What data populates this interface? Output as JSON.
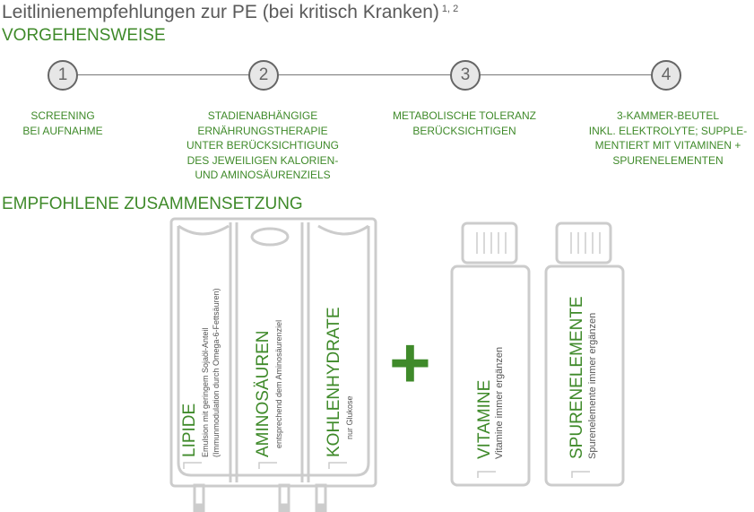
{
  "title": "Leitlinienempfehlungen zur PE (bei kritisch Kranken)",
  "title_sup": "1, 2",
  "section_procedure": "VORGEHENSWEISE",
  "section_composition": "EMPFOHLENE ZUSAMMENSETZUNG",
  "steps": [
    {
      "number": "1",
      "text": "SCREENING\nBEI AUFNAHME"
    },
    {
      "number": "2",
      "text": "STADIENABHÄNGIGE\nERNÄHRUNGSTHERAPIE\nUNTER BERÜCKSICHTIGUNG\nDES JEWEILIGEN KALORIEN-\nUND AMINOSÄURENZIELS"
    },
    {
      "number": "3",
      "text": "METABOLISCHE TOLERANZ\nBERÜCKSICHTIGEN"
    },
    {
      "number": "4",
      "text": "3-KAMMER-BEUTEL\nINKL. ELEKTROLYTE; SUPPLE-\nMENTIERT MIT VITAMINEN +\nSPURENELEMENTEN"
    }
  ],
  "bag": {
    "lipide": {
      "title": "LIPIDE",
      "line1": "Emulsion mit geringem Sojaöl-Anteil",
      "line2": "(Immunmodulation durch Omega-6-Fettsäuren)"
    },
    "aminosaeuren": {
      "title": "AMINOSÄUREN",
      "line1": "entsprechend dem Aminosäurenziel"
    },
    "kohlenhydrate": {
      "title": "KOHLENHYDRATE",
      "line1": "nur Glukose"
    }
  },
  "plus": "+",
  "bottles": {
    "vitamine": {
      "title": "VITAMINE",
      "line1": "Vitamine immer ergänzen"
    },
    "spurenelemente": {
      "title": "SPURENELEMENTE",
      "line1": "Spurenelemente immer ergänzen"
    }
  },
  "colors": {
    "accent": "#3f8a2a",
    "outline": "#cccccc",
    "text": "#555555"
  }
}
